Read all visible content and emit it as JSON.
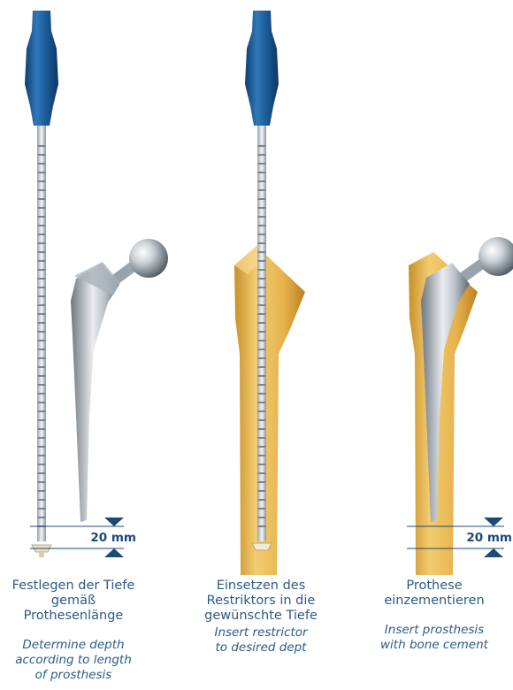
{
  "panels": [
    {
      "caption_de": "Festlegen der Tiefe\ngemäß Prothesenlänge",
      "caption_en": "Determine depth\naccording to length\nof prosthesis"
    },
    {
      "caption_de": "Einsetzen des\nRestriktors in die\ngewünschte Tiefe",
      "caption_en": "Insert restrictor\nto desired dept"
    },
    {
      "caption_de": "Prothese\neinzementieren",
      "caption_en": "Insert prosthesis\nwith bone cement"
    }
  ],
  "measurements": {
    "panel1": "20 mm",
    "panel3": "20 mm"
  },
  "colors": {
    "handle": "#1e5f99",
    "bone": "#e2ad45",
    "caption": "#2b5a86",
    "marker": "#1c4a78"
  },
  "icons": [
    "insertion-instrument",
    "hip-prosthesis",
    "femur-bone",
    "cement-restrictor"
  ]
}
